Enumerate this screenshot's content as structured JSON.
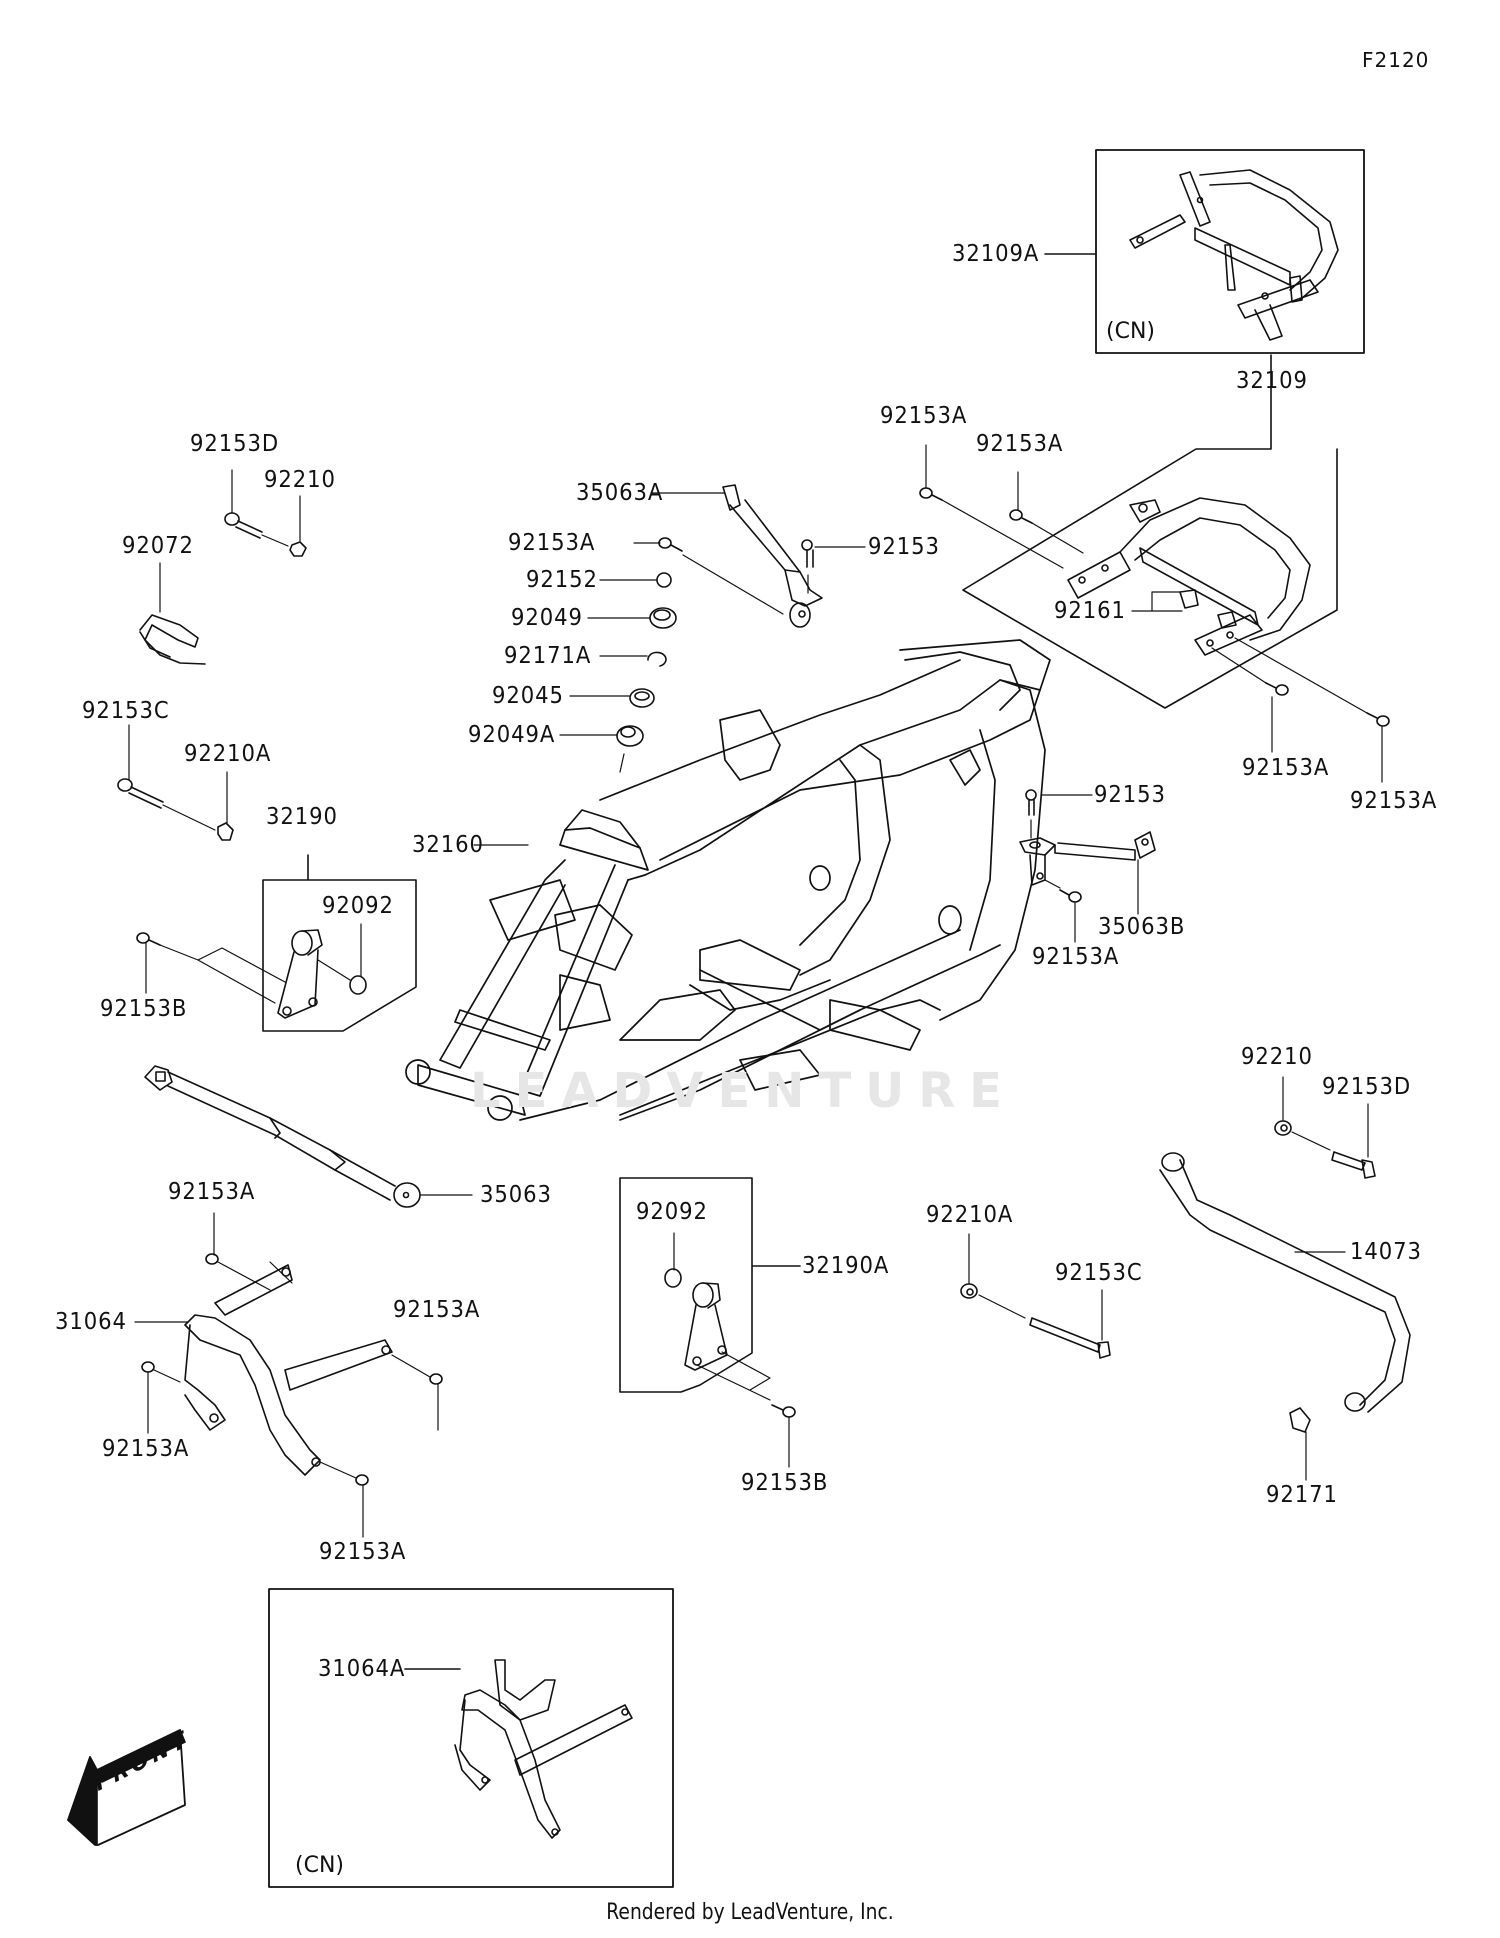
{
  "figure_id": "F2120",
  "footer": "Rendered by LeadVenture, Inc.",
  "watermark": "LEADVENTURE",
  "front_arrow_label": "FRONT",
  "variant_note": "(CN)",
  "callouts": {
    "p32109A": "32109A",
    "p32109": "32109",
    "p92153A_top1": "92153A",
    "p92153A_top2": "92153A",
    "p92161": "92161",
    "p92153A_right1": "92153A",
    "p92153A_right2": "92153A",
    "p35063A": "35063A",
    "p92153A_mid": "92153A",
    "p92153_mid": "92153",
    "p92152": "92152",
    "p92049": "92049",
    "p92171A": "92171A",
    "p92045": "92045",
    "p92049A": "92049A",
    "p92153D_left": "92153D",
    "p92210_left": "92210",
    "p92072": "92072",
    "p92153C_left": "92153C",
    "p92210A_left": "92210A",
    "p32190": "32190",
    "p92092_left": "92092",
    "p92153B_left": "92153B",
    "p32160": "32160",
    "p92153_right": "92153",
    "p35063B": "35063B",
    "p92153A_35063B": "92153A",
    "p92210_right": "92210",
    "p92153D_right": "92153D",
    "p14073": "14073",
    "p92171": "92171",
    "p92210A_right": "92210A",
    "p92153C_right": "92153C",
    "p35063": "35063",
    "p92092_mid": "92092",
    "p32190A": "32190A",
    "p92153B_mid": "92153B",
    "p92153A_bl1": "92153A",
    "p31064": "31064",
    "p92153A_bl2": "92153A",
    "p92153A_bl3": "92153A",
    "p92153A_bl4": "92153A",
    "p31064A": "31064A"
  },
  "colors": {
    "ink": "#111111",
    "watermark": "#e6e6e6",
    "background": "#ffffff"
  }
}
